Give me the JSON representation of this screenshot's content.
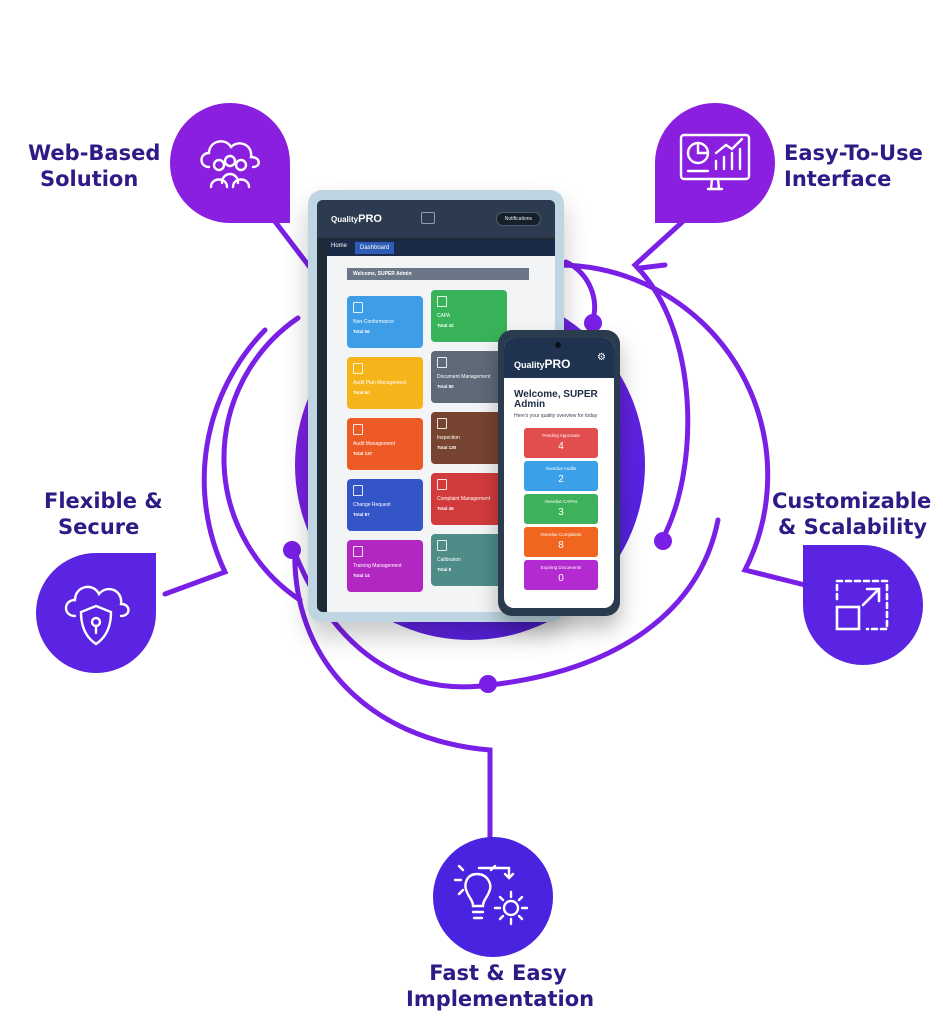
{
  "features": {
    "web_based": {
      "line1": "Web-Based",
      "line2": "Solution",
      "icon": "cloud-users-icon"
    },
    "easy_to_use": {
      "line1": "Easy-To-Use",
      "line2": "Interface",
      "icon": "analytics-monitor-icon"
    },
    "flexible": {
      "line1": "Flexible &",
      "line2": "Secure",
      "icon": "cloud-shield-lock-icon"
    },
    "customizable": {
      "line1": "Customizable",
      "line2": "& Scalability",
      "icon": "scale-arrow-icon"
    },
    "fast": {
      "line1": "Fast & Easy",
      "line2": "Implementation",
      "icon": "bulb-gear-icon"
    }
  },
  "tablet": {
    "logo_main": "Quality",
    "logo_bold": "PRO",
    "notifications": "Notifications",
    "nav_home": "Home",
    "nav_tab": "Dashboard",
    "welcome": "Welcome, SUPER Admin",
    "cards": [
      {
        "label": "Non-Conformance",
        "total": "Total 56",
        "color": "#3d9de6"
      },
      {
        "label": "CAPA",
        "total": "Total 42",
        "color": "#38b35a"
      },
      {
        "label": "Audit Plan Management",
        "total": "Total 60",
        "color": "#f5b419"
      },
      {
        "label": "Document Management",
        "total": "Total 80",
        "color": "#5f6a78"
      },
      {
        "label": "Audit Management",
        "total": "Total 137",
        "color": "#ee5a26"
      },
      {
        "label": "Inspection",
        "total": "Total 130",
        "color": "#774431"
      },
      {
        "label": "Change Request",
        "total": "Total 87",
        "color": "#3355c8"
      },
      {
        "label": "Complaint Management",
        "total": "Total 45",
        "color": "#d23b3b"
      },
      {
        "label": "Training Management",
        "total": "Total 14",
        "color": "#b226c2"
      },
      {
        "label": "Calibration",
        "total": "Total 8",
        "color": "#4f8c88"
      }
    ]
  },
  "phone": {
    "logo_main": "Quality",
    "logo_bold": "PRO",
    "welcome": "Welcome, SUPER Admin",
    "subtitle": "Here's your quality overview for today",
    "cards": [
      {
        "label": "Pending Approvals",
        "value": "4",
        "color": "#e24d4d"
      },
      {
        "label": "Overdue Audits",
        "value": "2",
        "color": "#3aa0e8"
      },
      {
        "label": "Overdue CAPAs",
        "value": "3",
        "color": "#3db25a"
      },
      {
        "label": "Overdue Complaints",
        "value": "8",
        "color": "#f0661f"
      },
      {
        "label": "Expiring Documents",
        "value": "0",
        "color": "#b22ad0"
      }
    ]
  },
  "colors": {
    "violet": "#8a1fe0",
    "indigo": "#4a23e0",
    "purple_line": "#7a1fe6",
    "label_text": "#2f1a86"
  }
}
